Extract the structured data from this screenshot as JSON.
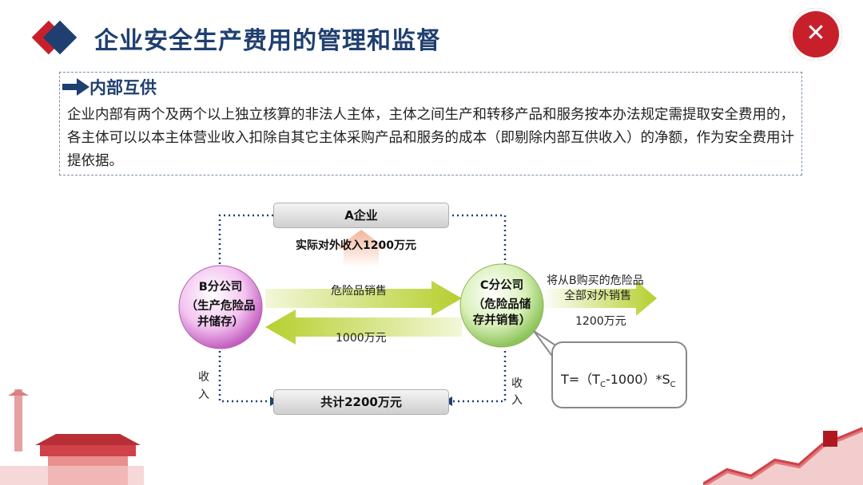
{
  "header": {
    "title": "企业安全生产费用的管理和监督",
    "logo_icon": "emergency-management-emblem-icon",
    "colors": {
      "primary": "#1f3f70",
      "accent": "#c8202a"
    }
  },
  "section": {
    "heading": "内部互供",
    "heading_icon": "arrow-right-icon",
    "description": "企业内部有两个及两个以上独立核算的非法人主体，主体之间生产和转移产品和服务按本办法规定需提取安全费用的，各主体可以以本主体营业收入扣除自其它主体采购产品和服务的成本（即剔除内部互供收入）的净额，作为安全费用计提依据。"
  },
  "diagram": {
    "company_a": "A企业",
    "external_revenue": "实际对外收入1200万元",
    "b_branch": {
      "name": "B分公司",
      "desc_line1": "（生产危险品",
      "desc_line2": "并储存）"
    },
    "c_branch": {
      "name": "C分公司",
      "desc_line1": "（危险品储",
      "desc_line2": "存并销售）"
    },
    "flow_top_label": "危险品销售",
    "flow_bottom_label": "1000万元",
    "c_note_line1": "将从B购买的危险品",
    "c_note_line2": "全部对外销售",
    "c_note_amount": "1200万元",
    "income_left_1": "收",
    "income_left_2": "入",
    "income_right_1": "收",
    "income_right_2": "入",
    "total": "共计2200万元",
    "formula": {
      "t": "T=（T",
      "sub1": "C",
      "mid": "-1000）*S",
      "sub2": "C"
    }
  }
}
